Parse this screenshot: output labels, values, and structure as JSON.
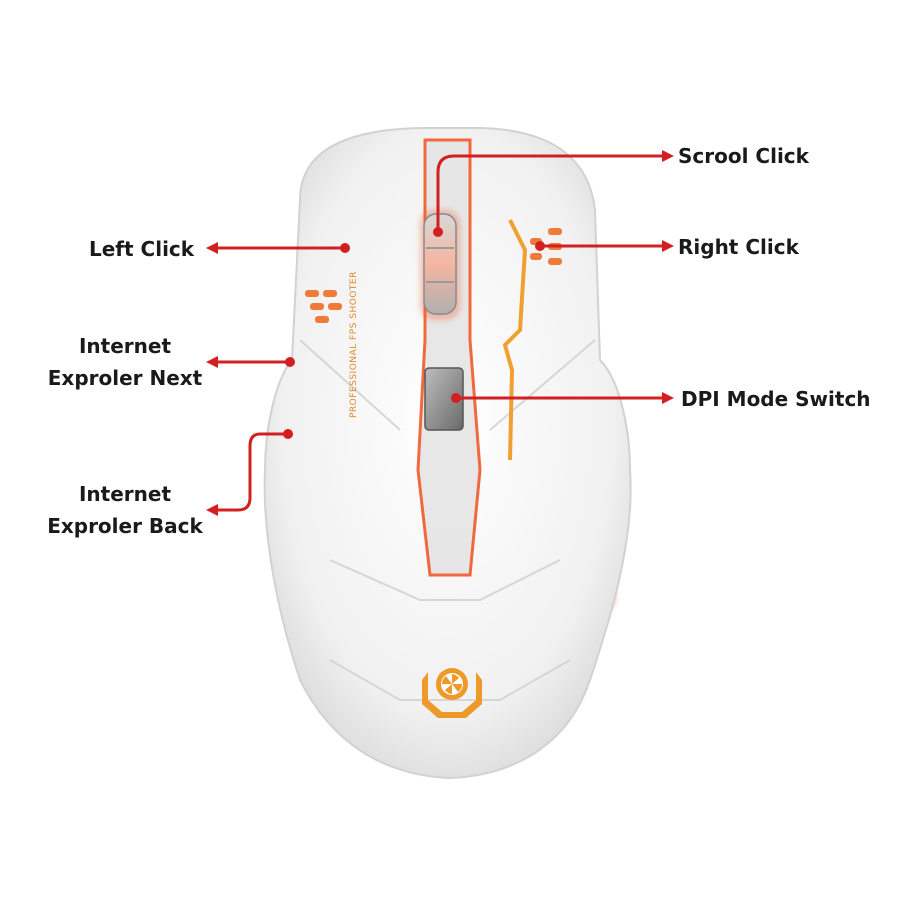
{
  "colors": {
    "annotation": "#d21f1f",
    "body_white": "#f4f4f4",
    "led_glow": "#f05a2a",
    "accent_orange": "#f0a030",
    "chrome": "#6f6f6f"
  },
  "product": {
    "printed_text": "PROFESSIONAL FPS SHOOTER",
    "logo_icon": "fan-emblem-icon"
  },
  "callouts": {
    "scroll_click": "Scrool Click",
    "left_click": "Left Click",
    "right_click": "Right Click",
    "next_line1": "Internet",
    "next_line2": "Exproler Next",
    "dpi": "DPI Mode Switch",
    "back_line1": "Internet",
    "back_line2": "Exproler Back"
  }
}
